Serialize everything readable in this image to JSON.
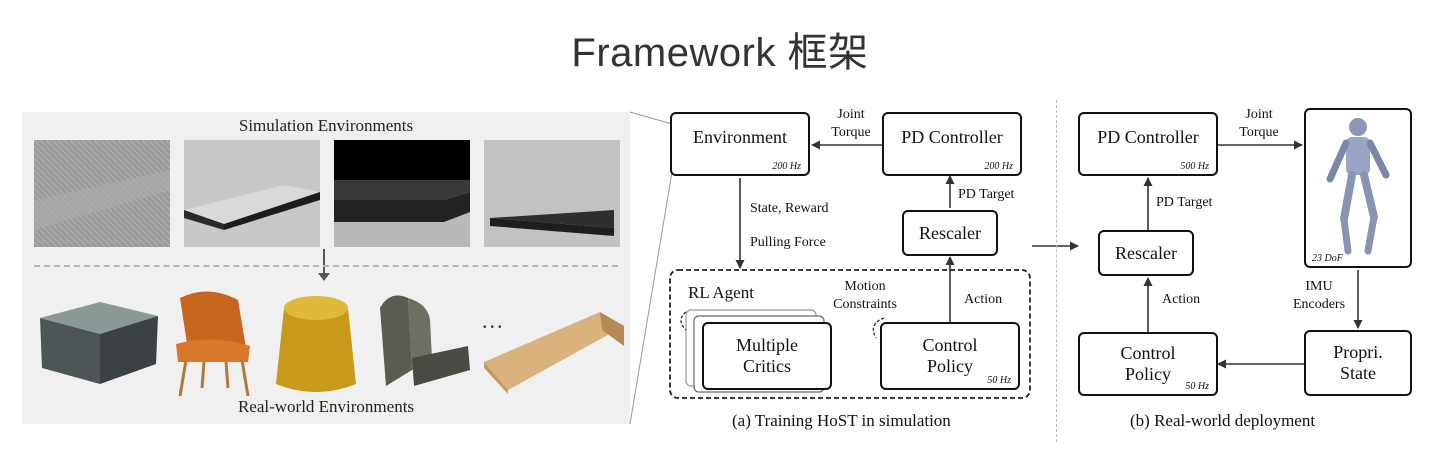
{
  "title": "Framework 框架",
  "left_panel": {
    "top_label": "Simulation Environments",
    "bottom_label": "Real-world Environments",
    "ellipsis": "..."
  },
  "training": {
    "environment": {
      "label": "Environment",
      "rate": "200 Hz"
    },
    "pd_controller": {
      "label": "PD Controller",
      "rate": "200 Hz"
    },
    "joint_torque": "Joint\nTorque",
    "pd_target": "PD Target",
    "rescaler": "Rescaler",
    "state_reward": "State, Reward",
    "pulling_force": "Pulling Force",
    "rl_agent": "RL Agent",
    "motion_constraints": "Motion\nConstraints",
    "action": "Action",
    "multiple_critics": "Multiple\nCritics",
    "control_policy": {
      "label": "Control\nPolicy",
      "rate": "50 Hz"
    },
    "caption": "(a) Training HoST in simulation"
  },
  "deployment": {
    "pd_controller": {
      "label": "PD Controller",
      "rate": "500 Hz"
    },
    "joint_torque": "Joint\nTorque",
    "pd_target": "PD Target",
    "rescaler": "Rescaler",
    "action": "Action",
    "dof": "23 DoF",
    "imu_encoders": "IMU\nEncoders",
    "control_policy": {
      "label": "Control\nPolicy",
      "rate": "50 Hz"
    },
    "propri_state": "Propri.\nState",
    "caption": "(b) Real-world deployment"
  }
}
